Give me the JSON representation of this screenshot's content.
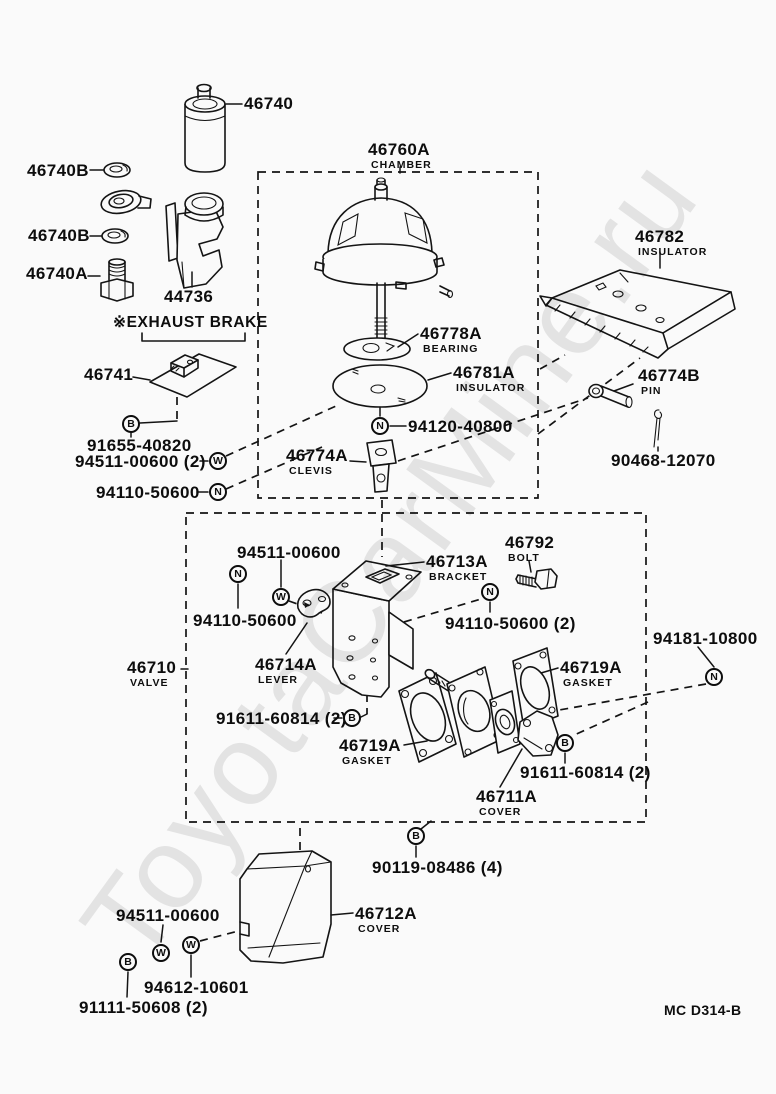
{
  "watermark": "ToyotaCarMine.ru",
  "diagram_code": "MC D314-B",
  "section_heading": "※EXHAUST BRAKE",
  "symbols": {
    "bolt": "B",
    "washer": "W",
    "nut": "N"
  },
  "labels": {
    "p46740": {
      "number": "46740"
    },
    "p46740B_1": {
      "number": "46740B"
    },
    "p46740B_2": {
      "number": "46740B"
    },
    "p46740A": {
      "number": "46740A"
    },
    "p44736": {
      "number": "44736"
    },
    "p46741": {
      "number": "46741"
    },
    "n91655_40820": {
      "number": "91655-40820"
    },
    "n94511_00600_2": {
      "number": "94511-00600 (2)"
    },
    "n94110_50600_a": {
      "number": "94110-50600"
    },
    "p46760A": {
      "number": "46760A",
      "name": "CHAMBER"
    },
    "p46778A": {
      "number": "46778A",
      "name": "BEARING"
    },
    "p46781A": {
      "number": "46781A",
      "name": "INSULATOR"
    },
    "n94120_40800": {
      "number": "94120-40800"
    },
    "p46774A": {
      "number": "46774A",
      "name": "CLEVIS"
    },
    "p46782": {
      "number": "46782",
      "name": "INSULATOR"
    },
    "p46774B": {
      "number": "46774B",
      "name": "PIN"
    },
    "n90468_12070": {
      "number": "90468-12070"
    },
    "n94511_00600_b": {
      "number": "94511-00600"
    },
    "n94110_50600_b": {
      "number": "94110-50600"
    },
    "p46713A": {
      "number": "46713A",
      "name": "BRACKET"
    },
    "p46792": {
      "number": "46792",
      "name": "BOLT"
    },
    "n94110_50600_2": {
      "number": "94110-50600 (2)"
    },
    "n94181_10800": {
      "number": "94181-10800"
    },
    "p46710": {
      "number": "46710",
      "name": "VALVE"
    },
    "p46714A": {
      "number": "46714A",
      "name": "LEVER"
    },
    "n91611_60814_2a": {
      "number": "91611-60814 (2)"
    },
    "p46719A_a": {
      "number": "46719A",
      "name": "GASKET"
    },
    "p46719A_b": {
      "number": "46719A",
      "name": "GASKET"
    },
    "n91611_60814_2b": {
      "number": "91611-60814 (2)"
    },
    "p46711A": {
      "number": "46711A",
      "name": "COVER"
    },
    "n90119_08486_4": {
      "number": "90119-08486 (4)"
    },
    "n94511_00600_c": {
      "number": "94511-00600"
    },
    "p46712A": {
      "number": "46712A",
      "name": "COVER"
    },
    "n94612_10601": {
      "number": "94612-10601"
    },
    "n91111_50608_2": {
      "number": "91111-50608 (2)"
    }
  }
}
